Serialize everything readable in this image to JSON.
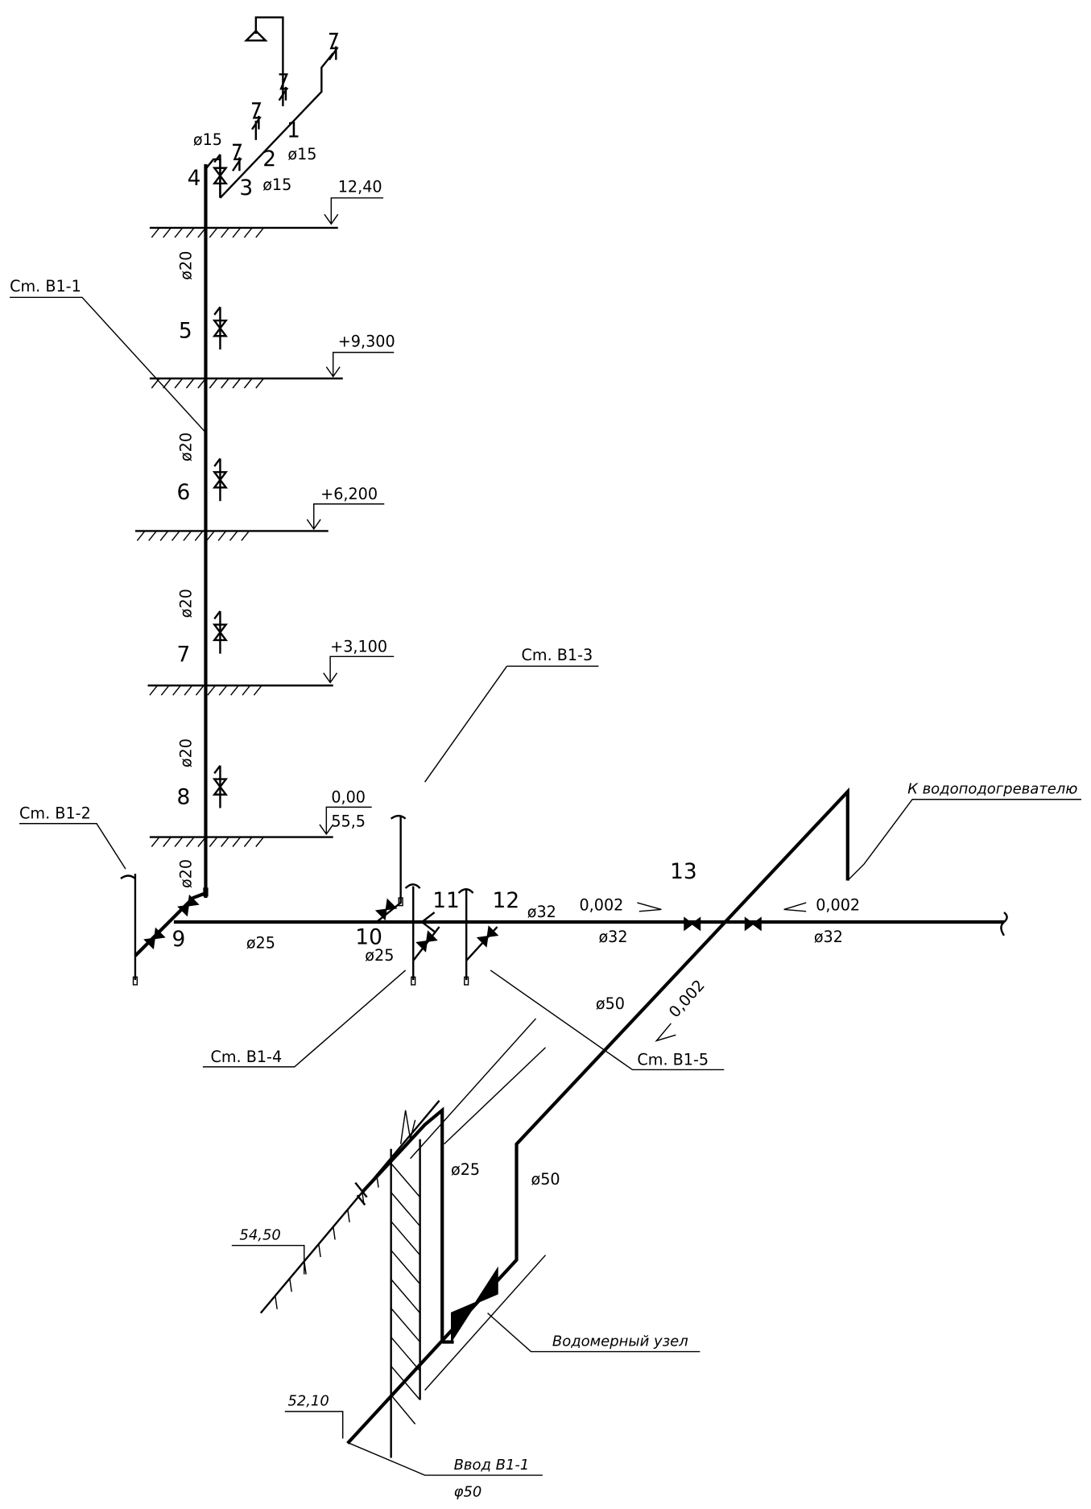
{
  "ink_color": "#000000",
  "background_color": "#ffffff",
  "levels": {
    "l1": "12,40",
    "l2": "+9,300",
    "l3": "+6,200",
    "l4": "+3,100",
    "l5a": "0,00",
    "l5b": "55,5",
    "ground": "54,50",
    "inlet": "52,10"
  },
  "nodes": {
    "n1": "1",
    "n2": "2",
    "n3": "3",
    "n4": "4",
    "n5": "5",
    "n6": "6",
    "n7": "7",
    "n8": "8",
    "n9": "9",
    "n10": "10",
    "n11": "11",
    "n12": "12",
    "n13": "13"
  },
  "diameters": {
    "d15": "ø15",
    "d20": "ø20",
    "d25": "ø25",
    "d32": "ø32",
    "d50": "ø50"
  },
  "slopes": {
    "s": "0,002"
  },
  "risers": {
    "r1": "Cm. B1-1",
    "r2": "Cm. B1-2",
    "r3": "Cm. B1-3",
    "r4": "Cm. B1-4",
    "r5": "Cm. B1-5"
  },
  "notes": {
    "heater": "К водоподогревателю",
    "meter": "Водомерный узел",
    "inlet": "Ввод B1-1",
    "inlet_d": "φ50"
  }
}
